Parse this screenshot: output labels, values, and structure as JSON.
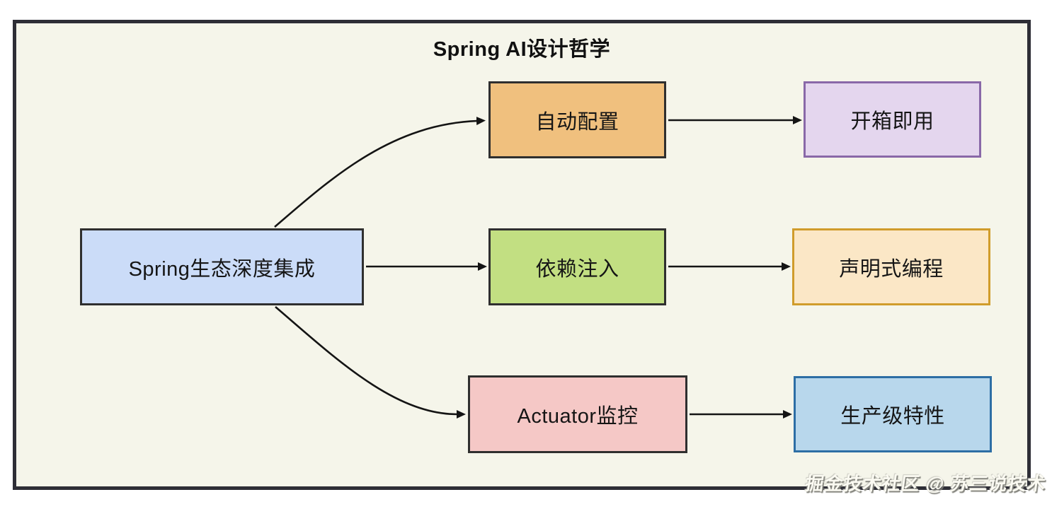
{
  "diagram": {
    "title": "Spring AI设计哲学",
    "background_color": "#f5f5ea",
    "frame_border_color": "#2e2e36",
    "arrow_color": "#141414",
    "watermark": "掘金技术社区 @ 苏三说技术",
    "nodes": {
      "spring_ecosystem": {
        "label": "Spring生态深度集成",
        "fill": "#cbdcf8",
        "border": "#2f2f2f"
      },
      "auto_config": {
        "label": "自动配置",
        "fill": "#f0c07e",
        "border": "#2f2f2f"
      },
      "dependency_injection": {
        "label": "依赖注入",
        "fill": "#c2df82",
        "border": "#2f2f2f"
      },
      "actuator_monitoring": {
        "label": "Actuator监控",
        "fill": "#f5c8c6",
        "border": "#2f2f2f"
      },
      "out_of_box": {
        "label": "开箱即用",
        "fill": "#e4d6ee",
        "border": "#8968a8"
      },
      "declarative": {
        "label": "声明式编程",
        "fill": "#fbe7c6",
        "border": "#d09c2b"
      },
      "production": {
        "label": "生产级特性",
        "fill": "#b8d7ec",
        "border": "#2d6ea5"
      }
    },
    "edges": [
      {
        "from": "Spring生态深度集成",
        "to": "自动配置"
      },
      {
        "from": "Spring生态深度集成",
        "to": "依赖注入"
      },
      {
        "from": "Spring生态深度集成",
        "to": "Actuator监控"
      },
      {
        "from": "自动配置",
        "to": "开箱即用"
      },
      {
        "from": "依赖注入",
        "to": "声明式编程"
      },
      {
        "from": "Actuator监控",
        "to": "生产级特性"
      }
    ]
  }
}
